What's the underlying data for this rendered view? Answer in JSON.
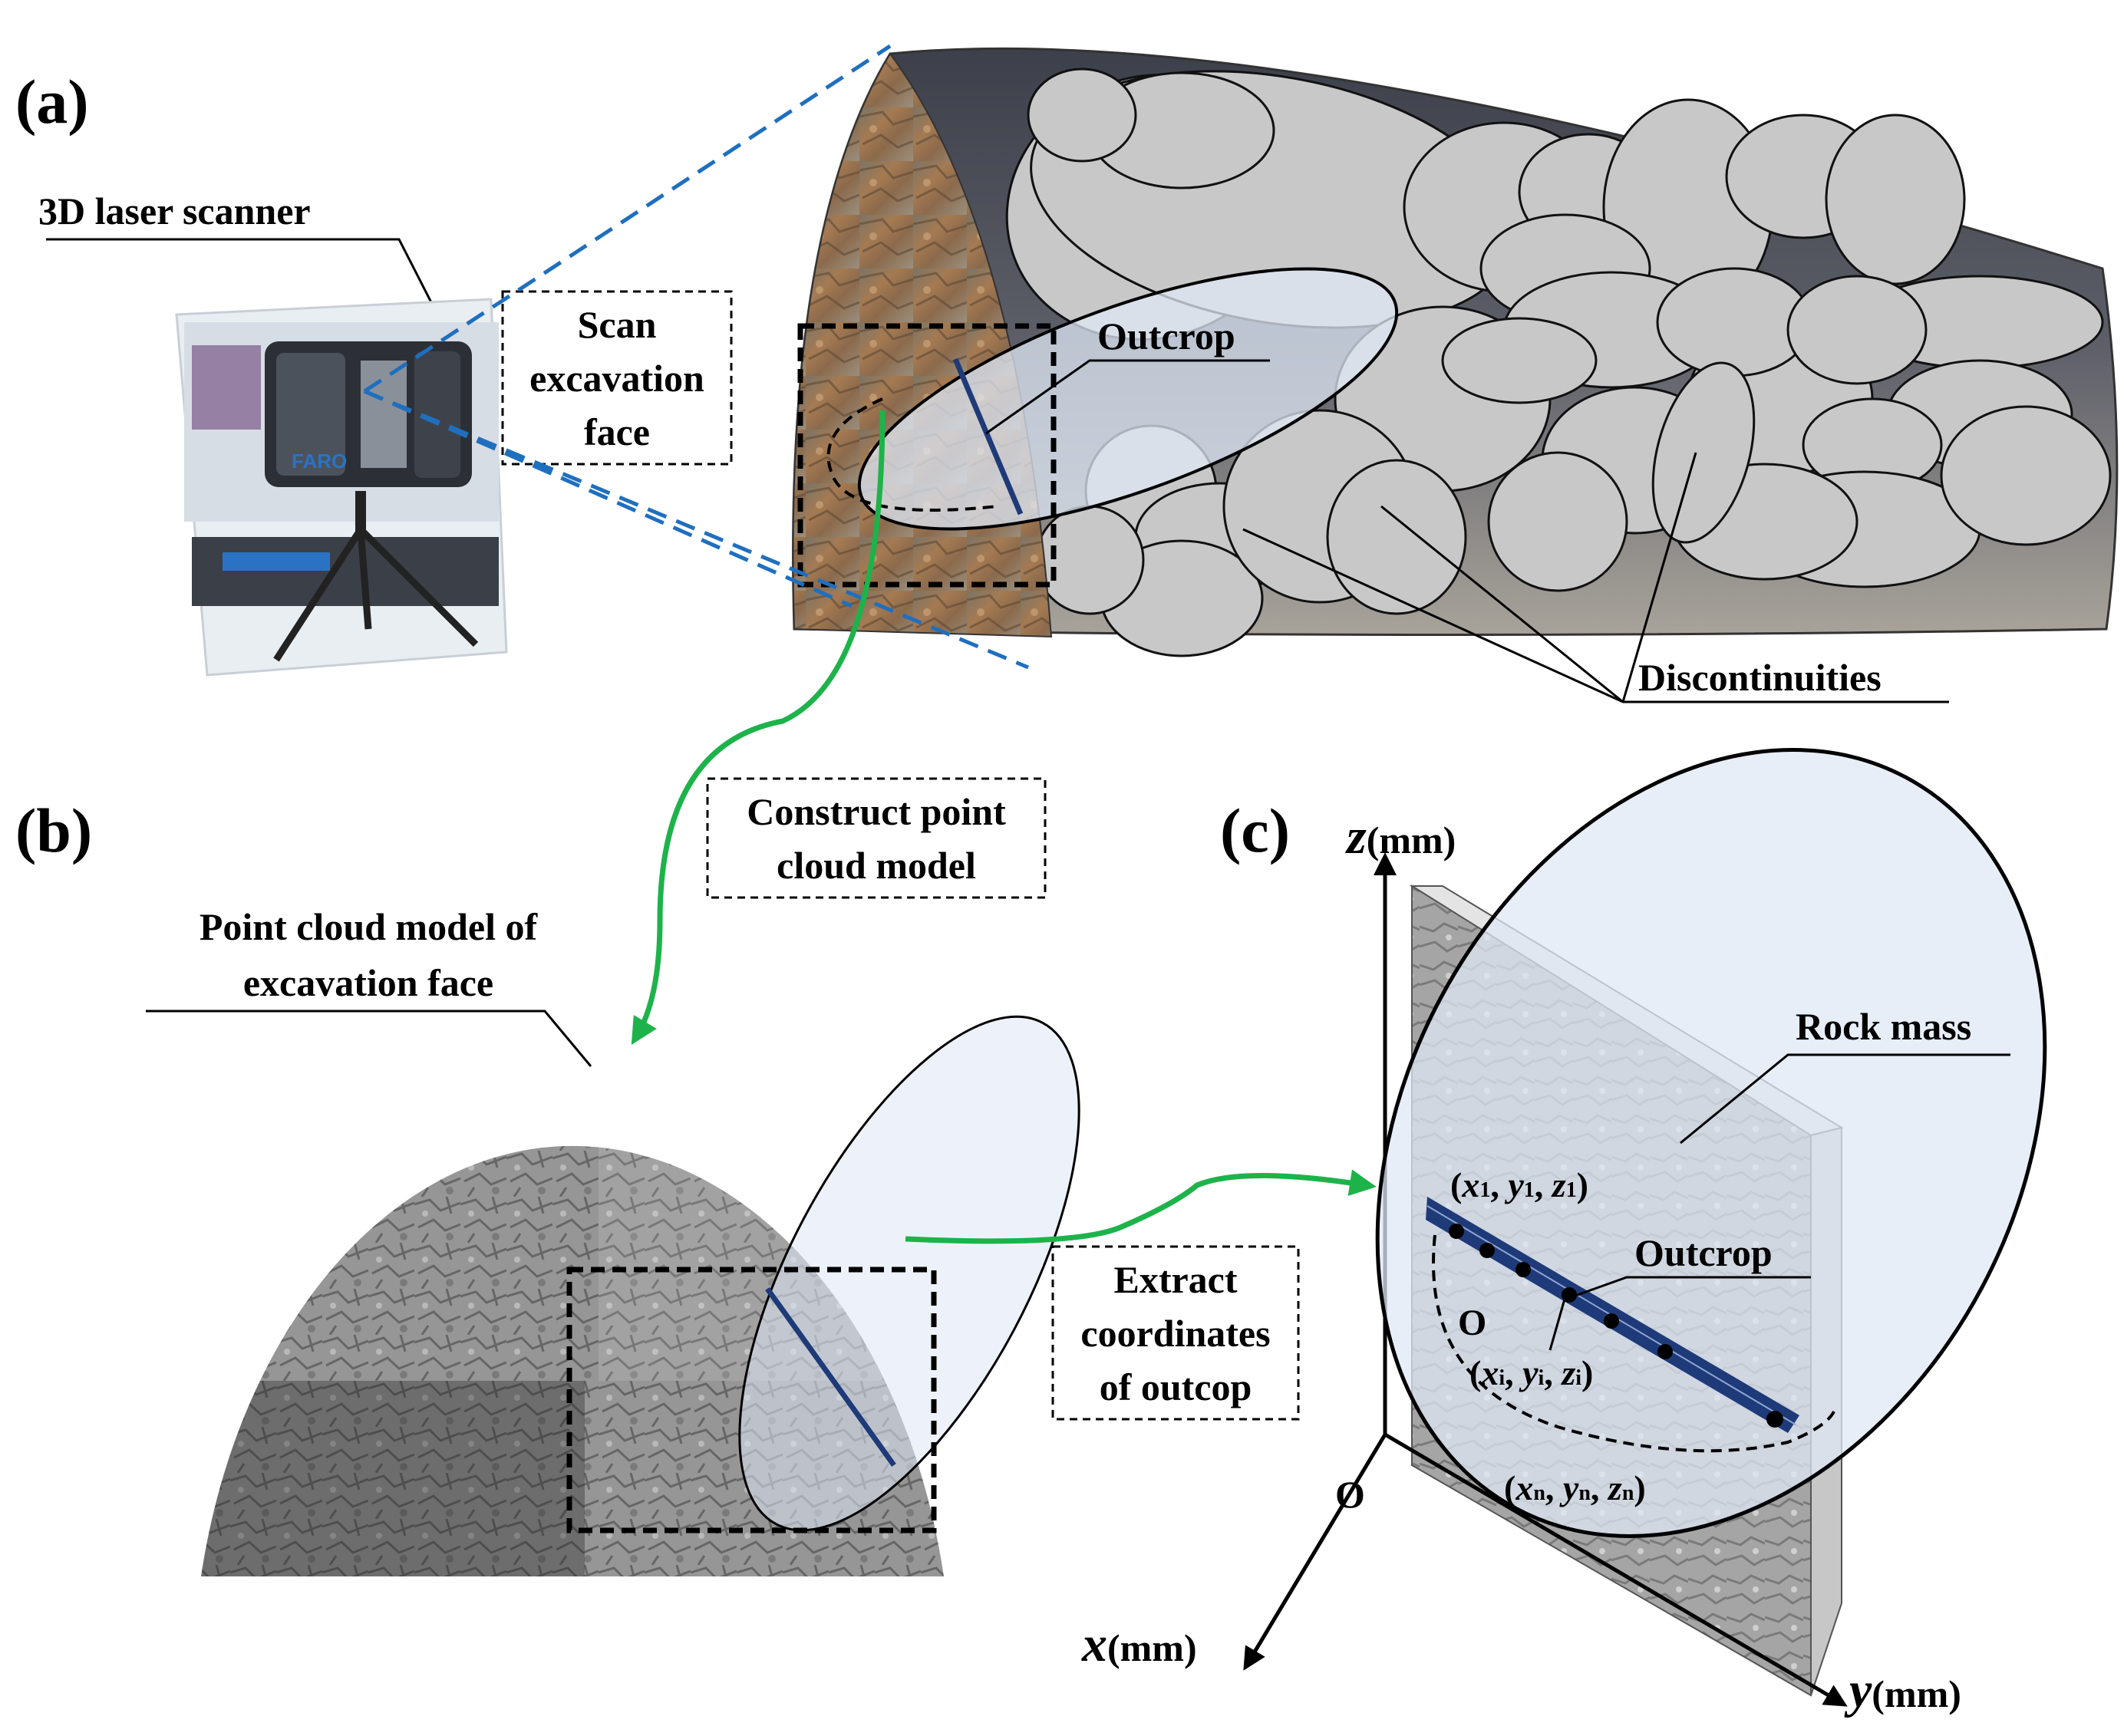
{
  "panels": {
    "a": "(a)",
    "b": "(b)",
    "c": "(c)"
  },
  "a": {
    "scanner_label": "3D laser scanner",
    "scan_box": [
      "Scan",
      "excavation",
      "face"
    ],
    "outcrop_label": "Outcrop",
    "discontinuities_label": "Discontinuities",
    "scanner_brand": "FARO"
  },
  "b": {
    "construct_box": [
      "Construct point",
      "cloud model"
    ],
    "model_label": [
      "Point cloud model of",
      "excavation face"
    ],
    "extract_box": [
      "Extract",
      "coordinates",
      "of outcop"
    ]
  },
  "c": {
    "z_axis": {
      "var": "z",
      "unit": "(mm)"
    },
    "x_axis": {
      "var": "x",
      "unit": "(mm)"
    },
    "y_axis": {
      "var": "y",
      "unit": "(mm)"
    },
    "origin": "O",
    "local_origin": "O",
    "rock_mass_label": "Rock mass",
    "outcrop_label": "Outcrop",
    "p1": {
      "xs": "1",
      "ys": "1",
      "zs": "1"
    },
    "pi": {
      "xs": "i",
      "ys": "i",
      "zs": "i"
    },
    "pn": {
      "xs": "n",
      "ys": "n",
      "zs": "n"
    }
  },
  "colors": {
    "flow_arrow": "#1db34a",
    "scan_lines": "#1f6fbf",
    "outcrop_trace": "#1e3a78",
    "ellipse_fill": "#c8c8c8",
    "disc_plane": "#dfe8f5",
    "tunnel_dark": "#4a4a55"
  }
}
